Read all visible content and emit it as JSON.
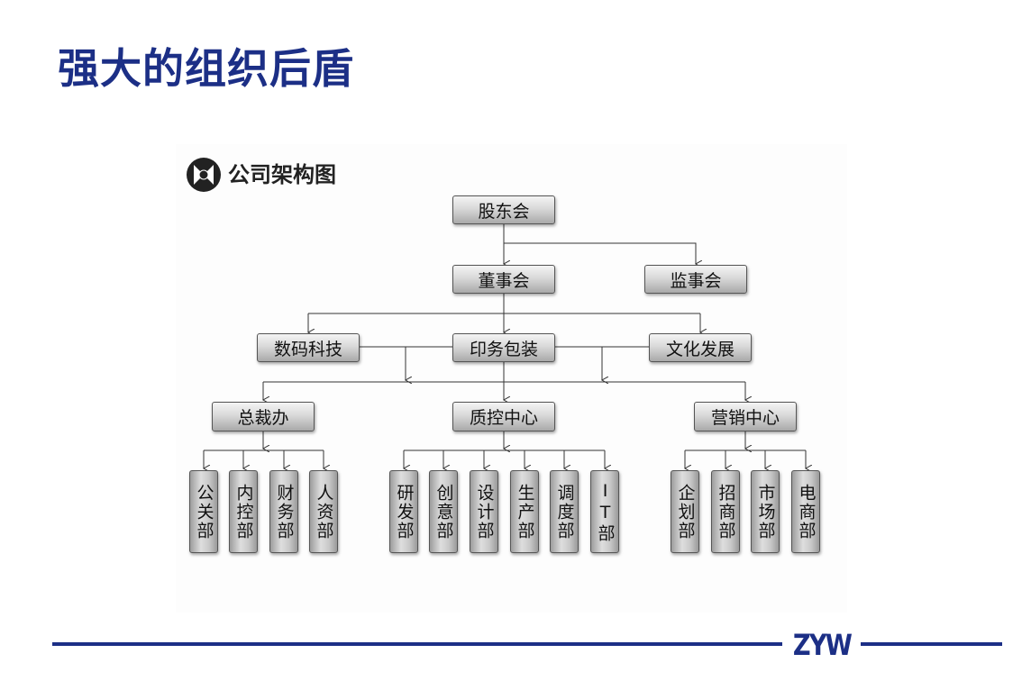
{
  "title": "强大的组织后盾",
  "chart_label": "公司架构图",
  "brand": "ZYW",
  "colors": {
    "title": "#1c2f86",
    "brand": "#1c2f86"
  },
  "logo_icon": "company-logo-icon",
  "nodes": {
    "gudonghui": "股东会",
    "dongshihui": "董事会",
    "jianshihui": "监事会",
    "shuma": "数码科技",
    "yinwu": "印务包装",
    "wenhua": "文化发展",
    "zongcai": "总裁办",
    "zhikong": "质控中心",
    "yingxiao": "营销中心"
  },
  "departments": {
    "gongguan": "公关部",
    "neikong": "内控部",
    "caiwu": "财务部",
    "renzi": "人资部",
    "yanfa": "研发部",
    "chuangyi": "创意部",
    "sheji": "设计部",
    "shengchan": "生产部",
    "diaodu": "调度部",
    "it": "IT部",
    "qihua": "企划部",
    "zhaoshang": "招商部",
    "shichang": "市场部",
    "dianshang": "电商部"
  }
}
